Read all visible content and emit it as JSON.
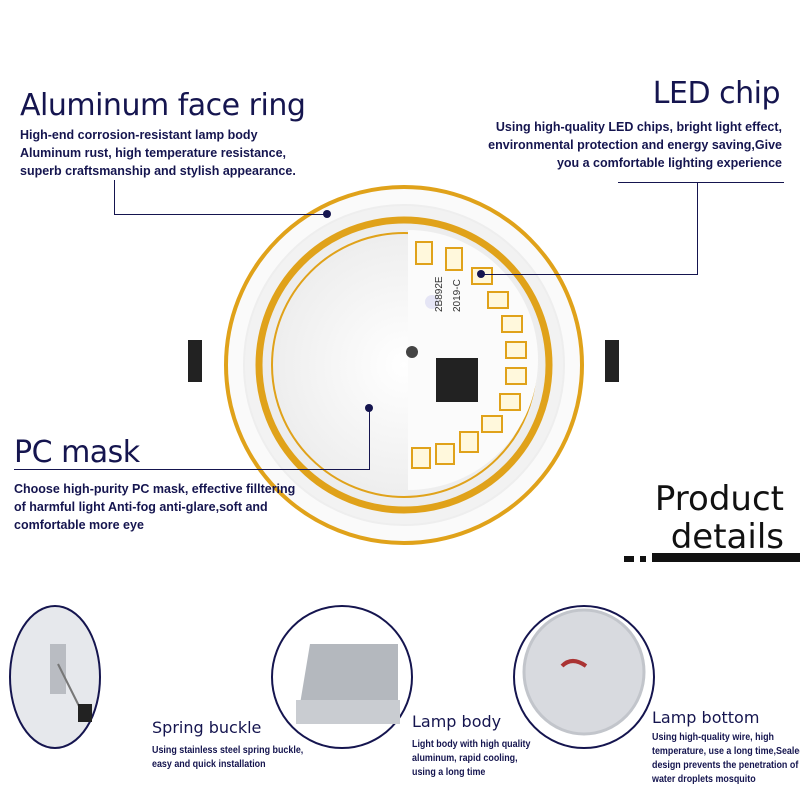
{
  "features": {
    "face_ring": {
      "title": "Aluminum face ring",
      "lines": [
        "High-end corrosion-resistant lamp body",
        "Aluminum rust, high temperature resistance,",
        "superb craftsmanship and stylish appearance."
      ]
    },
    "led_chip": {
      "title": "LED chip",
      "lines": [
        "Using high-quality LED chips, bright light effect,",
        "environmental protection and energy saving,Give",
        "you a comfortable lighting experience"
      ]
    },
    "pc_mask": {
      "title": "PC mask",
      "lines": [
        "Choose high-purity PC mask, effective filltering",
        "of harmful light Anti-fog anti-glare,soft and",
        "comfortable more eye"
      ]
    }
  },
  "product_details": {
    "line1": "Product",
    "line2": "details"
  },
  "board_labels": {
    "code": "2B892E",
    "date": "2019-C"
  },
  "details": [
    {
      "title": "Spring buckle",
      "lines": [
        "Using stainless steel spring buckle,",
        "easy and quick installation"
      ]
    },
    {
      "title": "Lamp body",
      "lines": [
        "Light body with high quality",
        "aluminum, rapid cooling,",
        "using a long time"
      ]
    },
    {
      "title": "Lamp bottom",
      "lines": [
        "Using high-quality wire, high",
        "temperature, use a long time,Sealed",
        "design prevents the penetration of",
        "water droplets mosquito"
      ]
    }
  ],
  "colors": {
    "navy": "#15154f",
    "gold": "#e0a21a"
  }
}
